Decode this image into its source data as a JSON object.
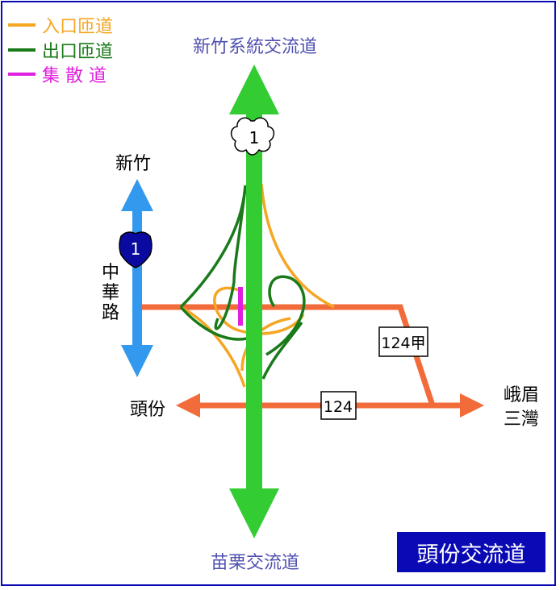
{
  "legend": {
    "entrance_ramp": {
      "label": "入口匝道",
      "color": "#f5a623"
    },
    "exit_ramp": {
      "label": "出口匝道",
      "color": "#1a7a1a"
    },
    "collector": {
      "label": "集 散 道",
      "color": "#e020e0"
    }
  },
  "directions": {
    "north_top": "新竹系統交流道",
    "south_bottom": "苗栗交流道",
    "west_north": "新竹",
    "west_road": "中\n華\n路",
    "west": "頭份",
    "east_line1": "峨眉",
    "east_line2": "三灣"
  },
  "shields": {
    "freeway": "1",
    "provincial": "1",
    "route_124a": "124甲",
    "route_124": "124"
  },
  "title": "頭份交流道",
  "colors": {
    "freeway": "#33cc33",
    "provincial": "#3399ee",
    "local": "#f26b3a",
    "frame": "#0a0ab4"
  }
}
